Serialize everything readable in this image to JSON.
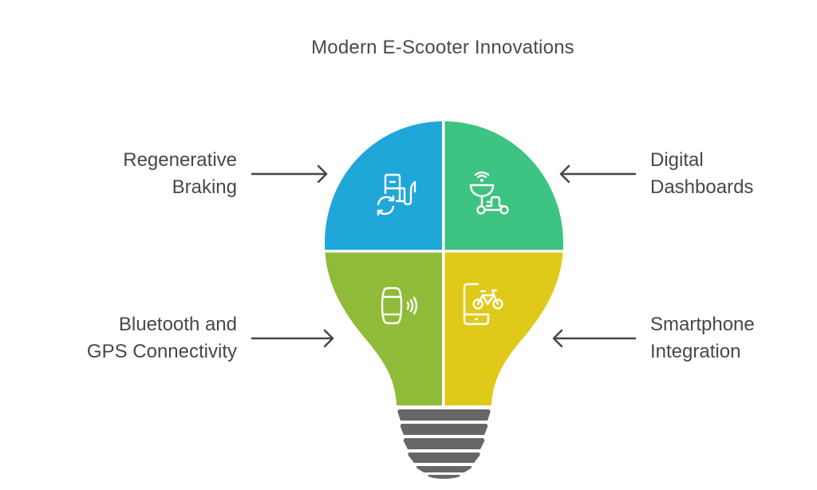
{
  "title": "Modern E-Scooter Innovations",
  "colors": {
    "top_left": "#1fa7d9",
    "top_right": "#3dc382",
    "bottom_left": "#8fbb39",
    "bottom_right": "#dfca1a",
    "socket": "#666666",
    "arrow": "#474747",
    "text": "#474747",
    "icon_stroke": "#ffffff"
  },
  "quadrants": [
    {
      "position": "top-left",
      "label_line1": "Regenerative",
      "label_line2": "Braking",
      "icon": "fuel-pump-recycle-icon",
      "arrow_direction": "right"
    },
    {
      "position": "top-right",
      "label_line1": "Digital",
      "label_line2": "Dashboards",
      "icon": "wireless-scooter-dashboard-icon",
      "arrow_direction": "left"
    },
    {
      "position": "bottom-left",
      "label_line1": "Bluetooth and",
      "label_line2": "GPS Connectivity",
      "icon": "wearable-wireless-signal-icon",
      "arrow_direction": "right"
    },
    {
      "position": "bottom-right",
      "label_line1": "Smartphone",
      "label_line2": "Integration",
      "icon": "smartphone-bicycle-icon",
      "arrow_direction": "left"
    }
  ]
}
